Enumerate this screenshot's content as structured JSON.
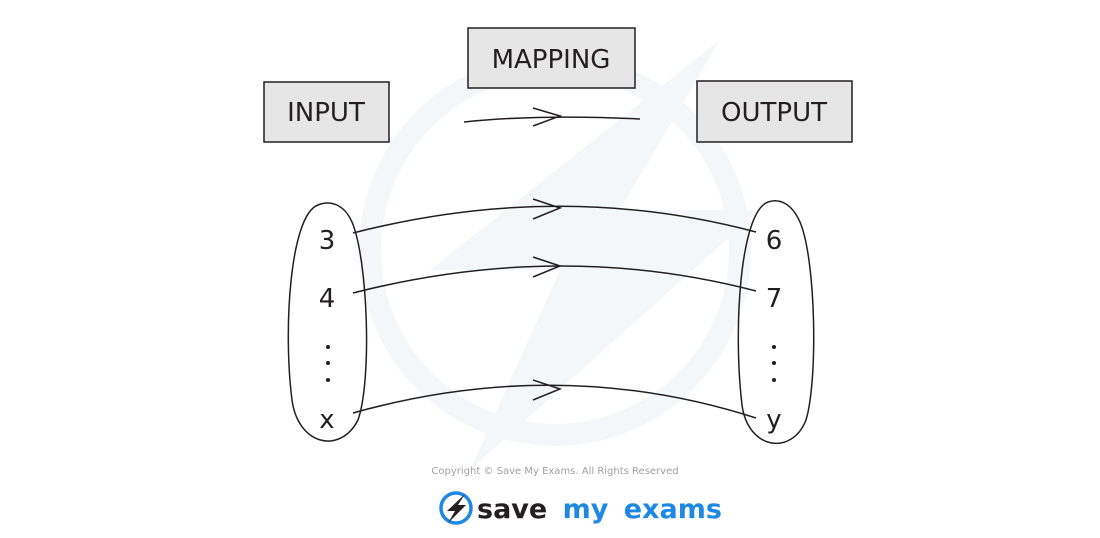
{
  "labels": {
    "input": "INPUT",
    "mapping": "MAPPING",
    "output": "OUTPUT"
  },
  "inputs": [
    "3",
    "4",
    "x"
  ],
  "outputs": [
    "6",
    "7",
    "y"
  ],
  "footer": {
    "copyright": "Copyright © Save My Exams. All Rights Reserved",
    "logo_save": "save",
    "logo_my": "my",
    "logo_exams": "exams",
    "logo_icon": "lightning-bolt-icon"
  },
  "colors": {
    "box_fill": "#e6e6e6",
    "stroke": "#231f20",
    "logo_dark": "#231f20",
    "logo_blue": "#1e88e5"
  }
}
